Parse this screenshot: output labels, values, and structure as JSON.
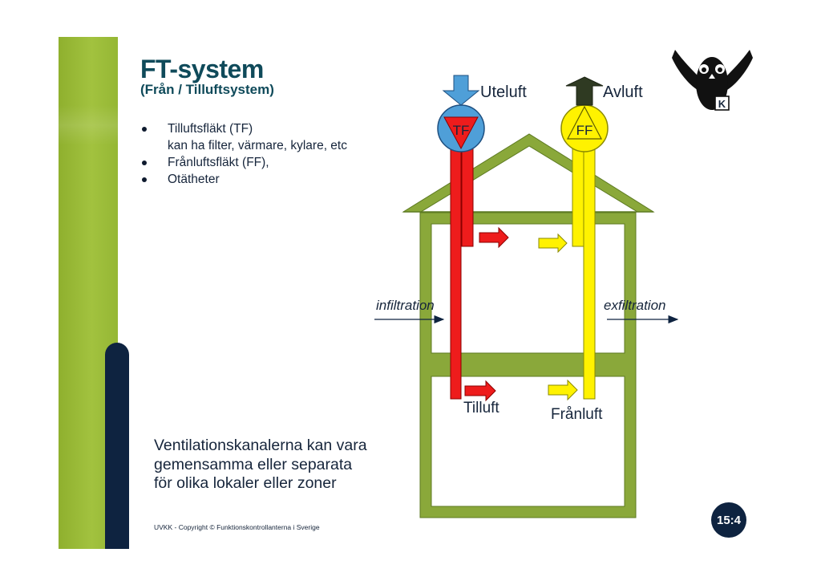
{
  "slide": {
    "title": "FT-system",
    "subtitle": "(Från / Tilluftsystem)",
    "bullets": [
      {
        "text": "Tilluftsfläkt (TF)",
        "bullet": true
      },
      {
        "text": "kan ha filter, värmare, kylare, etc",
        "bullet": false
      },
      {
        "text": "Frånluftsfläkt (FF),",
        "bullet": true
      },
      {
        "text": "Otätheter",
        "bullet": true
      }
    ],
    "note_lines": [
      "Ventilationskanalerna kan vara",
      "gemensamma eller separata",
      "för olika lokaler eller zoner"
    ],
    "footer": "UVKK - Copyright © Funktionskontrollanterna i Sverige",
    "page_number": "15:4",
    "logo_letter": "K"
  },
  "diagram": {
    "outdoor_air": "Uteluft",
    "exhaust_air": "Avluft",
    "supply_fan": "TF",
    "exhaust_fan": "FF",
    "infiltration": "infiltration",
    "exfiltration": "exfiltration",
    "supply_air": "Tilluft",
    "extract_air": "Frånluft"
  },
  "colors": {
    "house": "#8aa83a",
    "supply_duct": "#ee1c1c",
    "exhaust_duct": "#fff200",
    "fan_blue": "#4f9fd8",
    "dark_navy": "#0e2340",
    "title_teal": "#0f4a5a"
  }
}
